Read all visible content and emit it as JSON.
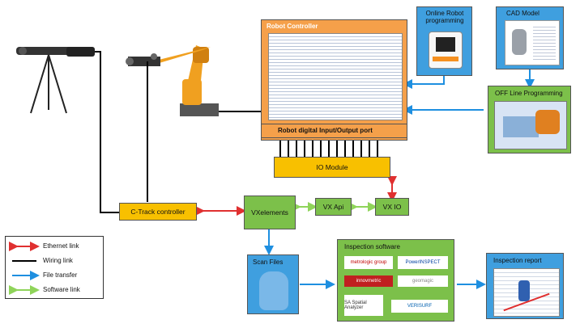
{
  "robot_controller": {
    "title": "Robot Controller",
    "io_port": "Robot digital Input/Output port"
  },
  "io_module": "IO Module",
  "online_programming": "Online Robot programming",
  "cad_model": "CAD Model",
  "offline_programming": "OFF Line Programming",
  "ctrack_controller": "C-Track controller",
  "vxelements": "VXelements",
  "vx_api": "VX Api",
  "vx_io": "VX IO",
  "scan_files": "Scan Files",
  "inspection_software": {
    "title": "Inspection software",
    "logos": [
      "metrologic group",
      "PowerINSPECT",
      "innovmetric",
      "geomagic",
      "SA Spatial Analyzer",
      "VERISURF"
    ]
  },
  "inspection_report": "Inspection report",
  "legend": {
    "items": [
      {
        "label": "Ethernet link",
        "color": "#e03030"
      },
      {
        "label": "Wiring link",
        "color": "#000000"
      },
      {
        "label": "File transfer",
        "color": "#1e8fe0"
      },
      {
        "label": "Software link",
        "color": "#8fd45a"
      }
    ]
  },
  "colors": {
    "orange": "#f5a04a",
    "yellow": "#f8c000",
    "green": "#7cc04a",
    "blue": "#3f9fdf",
    "ethernet": "#e03030",
    "wiring": "#000000",
    "file": "#1e8fe0",
    "software": "#8fd45a"
  }
}
